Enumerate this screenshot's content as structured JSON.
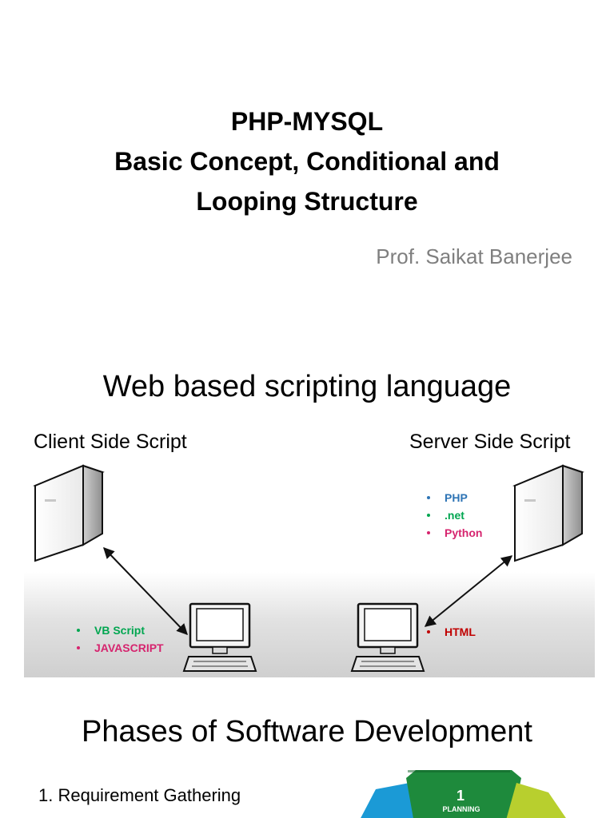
{
  "slide1": {
    "title_lines": [
      "PHP-MYSQL",
      "Basic Concept, Conditional and",
      "Looping Structure"
    ],
    "author": "Prof. Saikat Banerjee"
  },
  "slide2": {
    "title": "Web based scripting language",
    "client_label": "Client Side Script",
    "server_label": "Server Side Script",
    "server_languages": [
      {
        "text": "PHP",
        "color": "#2e74b5"
      },
      {
        "text": ".net",
        "color": "#00a650"
      },
      {
        "text": "Python",
        "color": "#d6246e"
      }
    ],
    "client_languages": [
      {
        "text": "VB Script",
        "color": "#00a650"
      },
      {
        "text": "JAVASCRIPT",
        "color": "#d6246e"
      }
    ],
    "browser_languages": [
      {
        "text": "HTML",
        "color": "#c00000"
      }
    ],
    "icons": [
      "server-icon",
      "computer-icon"
    ]
  },
  "slide3": {
    "title": "Phases of Software Development",
    "phases": [
      "1.  Requirement Gathering"
    ],
    "cycle": {
      "step_number": "1",
      "step_label": "PLANNING",
      "colors": [
        "#1e8a3c",
        "#1b9ad6",
        "#b8cf2e"
      ]
    }
  }
}
